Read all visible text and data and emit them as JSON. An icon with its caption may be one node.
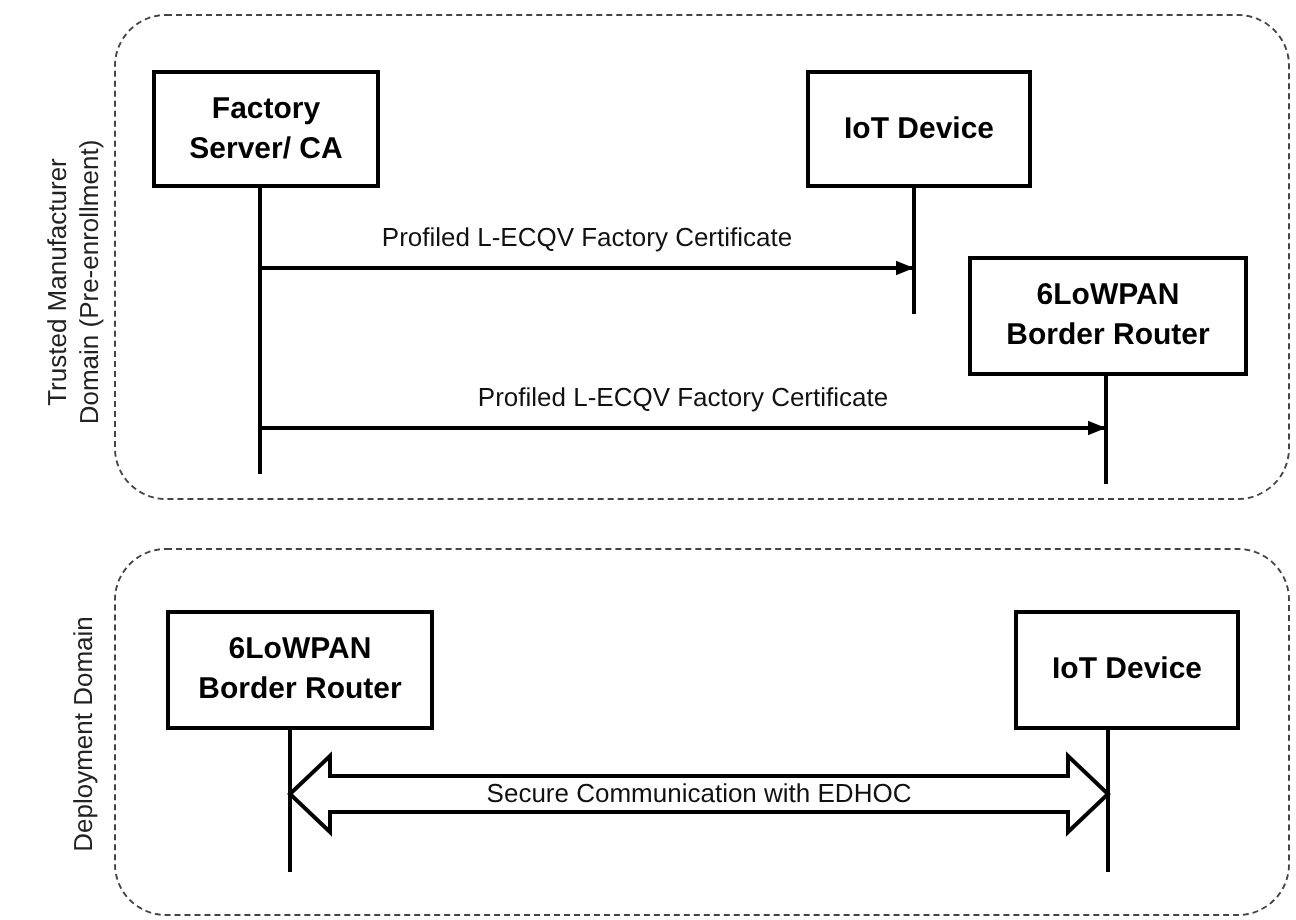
{
  "diagram": {
    "nodes": [
      {
        "text": [
          "Trusted Manufacturer Domain (Pre-enrollment)"
        ]
      },
      {
        "text": [
          "Factory Server/ CA"
        ],
        "in": 0
      },
      {
        "text": [
          "IoT Device"
        ],
        "in": 0
      },
      {
        "text": [
          "6LoWPAN Border Router"
        ],
        "in": 0
      },
      {
        "text": [
          "Deployment Domain"
        ]
      },
      {
        "text": [
          "6LoWPAN Border Router"
        ],
        "in": 4
      },
      {
        "text": [
          "IoT Device"
        ],
        "in": 4
      }
    ],
    "edges": [
      {
        "from": 1,
        "to": 2,
        "arrow": "to",
        "label": "Profiled L-ECQV Factory Certificate"
      },
      {
        "from": 1,
        "to": 3,
        "arrow": "to",
        "label": "Profiled L-ECQV Factory Certificate"
      },
      {
        "from": 5,
        "to": 6,
        "arrow": "both",
        "label": "Secure Communication with EDHOC",
        "style": "thick"
      }
    ]
  }
}
